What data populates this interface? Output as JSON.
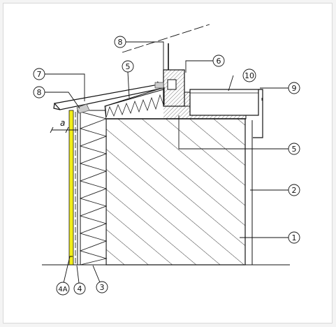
{
  "colors": {
    "line": "#111111",
    "render_layer": "#f2ee1a",
    "hatch": "#222222",
    "background": "#ffffff"
  },
  "callouts": {
    "c1": "1",
    "c2": "2",
    "c3": "3",
    "c4": "4",
    "c4a": "4A",
    "c5_top": "5",
    "c5_right": "5",
    "c6": "6",
    "c7": "7",
    "c8_left": "8",
    "c8_top": "8",
    "c9": "9",
    "c10": "10"
  },
  "dimension": {
    "label": "a"
  }
}
